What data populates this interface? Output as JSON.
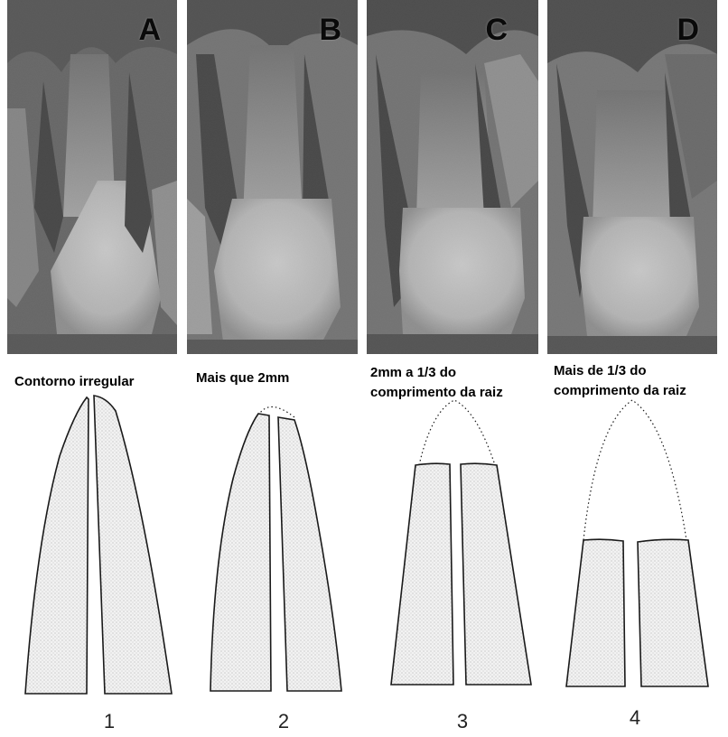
{
  "panels": [
    {
      "letter": "A",
      "caption": "Contorno irregular",
      "number": "1"
    },
    {
      "letter": "B",
      "caption": "Mais que 2mm",
      "number": "2"
    },
    {
      "letter": "C",
      "caption": "2mm a 1/3 do\ncomprimento da raiz",
      "number": "3"
    },
    {
      "letter": "D",
      "caption": "Mais de 1/3 do\ncomprimento da raiz",
      "number": "4"
    }
  ],
  "colors": {
    "xray_dark": "#2e2e2e",
    "xray_light": "#e8e8e8",
    "root_fill": "#e6e6e6",
    "outline": "#1a1a1a"
  }
}
